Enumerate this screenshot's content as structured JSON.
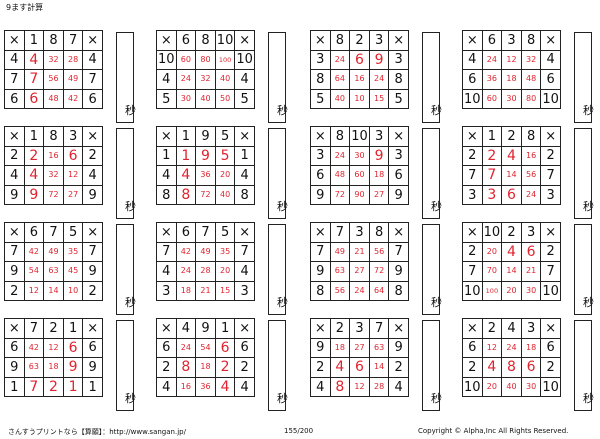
{
  "page": {
    "title": "9ます計算",
    "second_unit": "秒"
  },
  "footer": {
    "left": "さんすうプリントなら【算願】：http://www.sangan.jp/",
    "page": "155/200",
    "copyright": "Copyright © Alpha,Inc All Rights Reserved."
  },
  "blocks": [
    {
      "top": [
        "×",
        "1",
        "8",
        "7",
        "×"
      ],
      "rows": [
        [
          "4",
          "4",
          "32",
          "28",
          "4"
        ],
        [
          "7",
          "7",
          "56",
          "49",
          "7"
        ],
        [
          "6",
          "6",
          "48",
          "42",
          "6"
        ]
      ]
    },
    {
      "top": [
        "×",
        "6",
        "8",
        "10",
        "×"
      ],
      "rows": [
        [
          "10",
          "60",
          "80",
          "100",
          "10"
        ],
        [
          "4",
          "24",
          "32",
          "40",
          "4"
        ],
        [
          "5",
          "30",
          "40",
          "50",
          "5"
        ]
      ]
    },
    {
      "top": [
        "×",
        "8",
        "2",
        "3",
        "×"
      ],
      "rows": [
        [
          "3",
          "24",
          "6",
          "9",
          "3"
        ],
        [
          "8",
          "64",
          "16",
          "24",
          "8"
        ],
        [
          "5",
          "40",
          "10",
          "15",
          "5"
        ]
      ]
    },
    {
      "top": [
        "×",
        "6",
        "3",
        "8",
        "×"
      ],
      "rows": [
        [
          "4",
          "24",
          "12",
          "32",
          "4"
        ],
        [
          "6",
          "36",
          "18",
          "48",
          "6"
        ],
        [
          "10",
          "60",
          "30",
          "80",
          "10"
        ]
      ]
    },
    {
      "top": [
        "×",
        "1",
        "8",
        "3",
        "×"
      ],
      "rows": [
        [
          "2",
          "2",
          "16",
          "6",
          "2"
        ],
        [
          "4",
          "4",
          "32",
          "12",
          "4"
        ],
        [
          "9",
          "9",
          "72",
          "27",
          "9"
        ]
      ]
    },
    {
      "top": [
        "×",
        "1",
        "9",
        "5",
        "×"
      ],
      "rows": [
        [
          "1",
          "1",
          "9",
          "5",
          "1"
        ],
        [
          "4",
          "4",
          "36",
          "20",
          "4"
        ],
        [
          "8",
          "8",
          "72",
          "40",
          "8"
        ]
      ]
    },
    {
      "top": [
        "×",
        "8",
        "10",
        "3",
        "×"
      ],
      "rows": [
        [
          "3",
          "24",
          "30",
          "9",
          "3"
        ],
        [
          "6",
          "48",
          "60",
          "18",
          "6"
        ],
        [
          "9",
          "72",
          "90",
          "27",
          "9"
        ]
      ]
    },
    {
      "top": [
        "×",
        "1",
        "2",
        "8",
        "×"
      ],
      "rows": [
        [
          "2",
          "2",
          "4",
          "16",
          "2"
        ],
        [
          "7",
          "7",
          "14",
          "56",
          "7"
        ],
        [
          "3",
          "3",
          "6",
          "24",
          "3"
        ]
      ]
    },
    {
      "top": [
        "×",
        "6",
        "7",
        "5",
        "×"
      ],
      "rows": [
        [
          "7",
          "42",
          "49",
          "35",
          "7"
        ],
        [
          "9",
          "54",
          "63",
          "45",
          "9"
        ],
        [
          "2",
          "12",
          "14",
          "10",
          "2"
        ]
      ]
    },
    {
      "top": [
        "×",
        "6",
        "7",
        "5",
        "×"
      ],
      "rows": [
        [
          "7",
          "42",
          "49",
          "35",
          "7"
        ],
        [
          "4",
          "24",
          "28",
          "20",
          "4"
        ],
        [
          "3",
          "18",
          "21",
          "15",
          "3"
        ]
      ]
    },
    {
      "top": [
        "×",
        "7",
        "3",
        "8",
        "×"
      ],
      "rows": [
        [
          "7",
          "49",
          "21",
          "56",
          "7"
        ],
        [
          "9",
          "63",
          "27",
          "72",
          "9"
        ],
        [
          "8",
          "56",
          "24",
          "64",
          "8"
        ]
      ]
    },
    {
      "top": [
        "×",
        "10",
        "2",
        "3",
        "×"
      ],
      "rows": [
        [
          "2",
          "20",
          "4",
          "6",
          "2"
        ],
        [
          "7",
          "70",
          "14",
          "21",
          "7"
        ],
        [
          "10",
          "100",
          "20",
          "30",
          "10"
        ]
      ]
    },
    {
      "top": [
        "×",
        "7",
        "2",
        "1",
        "×"
      ],
      "rows": [
        [
          "6",
          "42",
          "12",
          "6",
          "6"
        ],
        [
          "9",
          "63",
          "18",
          "9",
          "9"
        ],
        [
          "1",
          "7",
          "2",
          "1",
          "1"
        ]
      ]
    },
    {
      "top": [
        "×",
        "4",
        "9",
        "1",
        "×"
      ],
      "rows": [
        [
          "6",
          "24",
          "54",
          "6",
          "6"
        ],
        [
          "2",
          "8",
          "18",
          "2",
          "2"
        ],
        [
          "4",
          "16",
          "36",
          "4",
          "4"
        ]
      ]
    },
    {
      "top": [
        "×",
        "2",
        "3",
        "7",
        "×"
      ],
      "rows": [
        [
          "9",
          "18",
          "27",
          "63",
          "9"
        ],
        [
          "2",
          "4",
          "6",
          "14",
          "2"
        ],
        [
          "4",
          "8",
          "12",
          "28",
          "4"
        ]
      ]
    },
    {
      "top": [
        "×",
        "2",
        "4",
        "3",
        "×"
      ],
      "rows": [
        [
          "6",
          "12",
          "24",
          "18",
          "6"
        ],
        [
          "2",
          "4",
          "8",
          "6",
          "2"
        ],
        [
          "10",
          "20",
          "40",
          "30",
          "10"
        ]
      ]
    }
  ]
}
